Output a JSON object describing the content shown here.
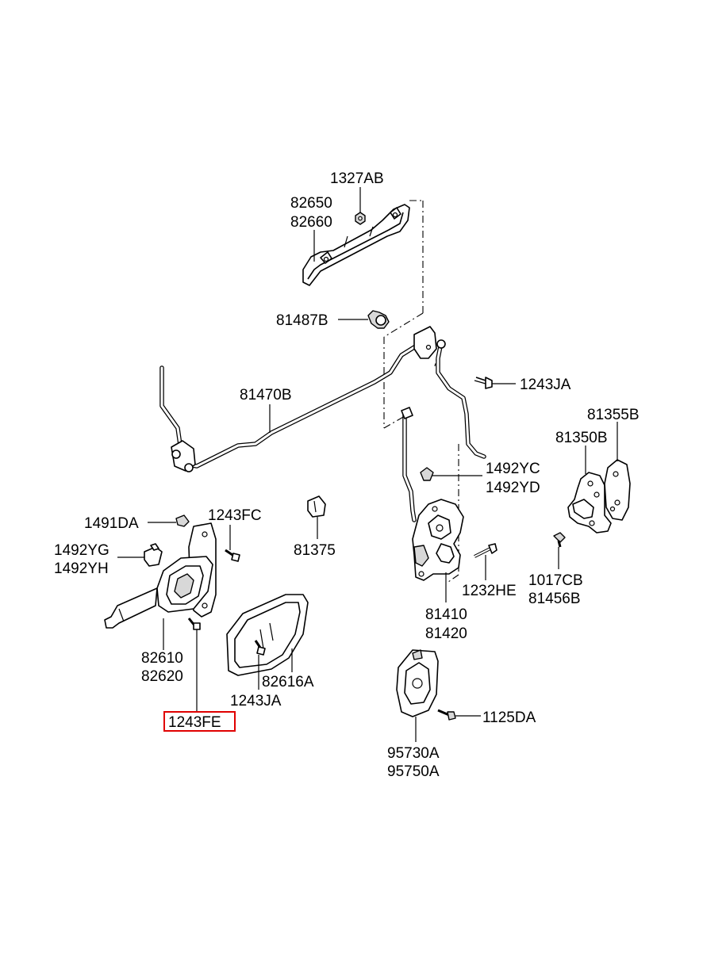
{
  "diagram": {
    "highlight_color": "#e00000",
    "labels": {
      "p1327AB": "1327AB",
      "p82650": "82650",
      "p82660": "82660",
      "p81487B": "81487B",
      "p81470B": "81470B",
      "p1243JA_top": "1243JA",
      "p81355B": "81355B",
      "p81350B": "81350B",
      "p1492YC": "1492YC",
      "p1492YD": "1492YD",
      "p1491DA": "1491DA",
      "p1243FC": "1243FC",
      "p81375": "81375",
      "p1492YG": "1492YG",
      "p1492YH": "1492YH",
      "p1017CB": "1017CB",
      "p81456B": "81456B",
      "p1232HE": "1232HE",
      "p81410": "81410",
      "p81420": "81420",
      "p82610": "82610",
      "p82620": "82620",
      "p82616A": "82616A",
      "p1243JA_bottom": "1243JA",
      "p1243FE": "1243FE",
      "p1125DA": "1125DA",
      "p95730A": "95730A",
      "p95750A": "95750A"
    }
  }
}
